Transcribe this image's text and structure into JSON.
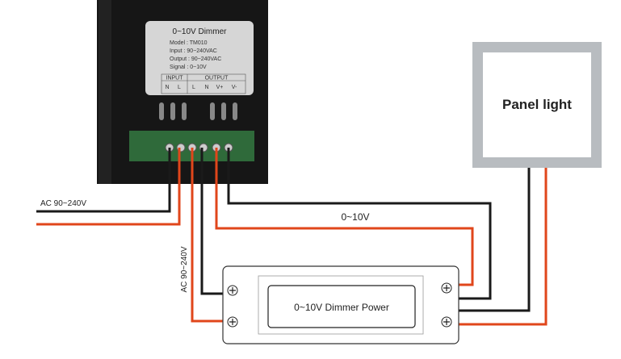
{
  "dimmer": {
    "title": "0~10V Dimmer",
    "model": "Model : TM010",
    "input": "Input : 90~240VAC",
    "output": "Output : 90~240VAC",
    "signal": "Signal : 0~10V",
    "group_input": "INPUT",
    "group_output": "OUTPUT",
    "terminals": [
      "N",
      "L",
      "L",
      "N",
      "V+",
      "V-"
    ]
  },
  "panel": {
    "label": "Panel light"
  },
  "power": {
    "label": "0~10V Dimmer Power"
  },
  "labels": {
    "ac_input": "AC 90~240V",
    "signal": "0~10V",
    "ac_vertical": "AC 90~240V"
  },
  "colors": {
    "live_wire": "#e0461b",
    "neutral_wire": "#1a1a1a",
    "dimmer_body": "#161616",
    "panel_frame": "#b8bcc0"
  }
}
